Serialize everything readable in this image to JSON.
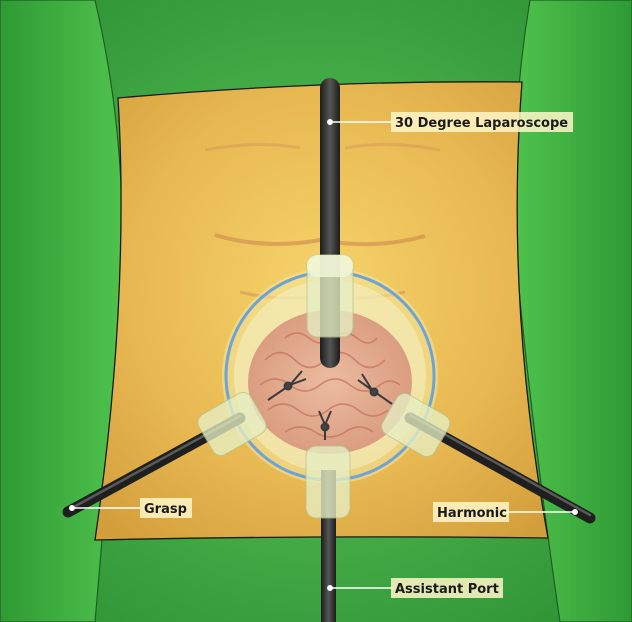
{
  "labels": {
    "laparoscope": "30 Degree Laparoscope",
    "grasp": "Grasp",
    "harmonic": "Harmonic",
    "assistant_port": "Assistant Port"
  },
  "colors": {
    "drape_green": "#3fae3f",
    "skin": "#e3b04c",
    "instrument": "#2c2c2c",
    "trocar": "#e6efc4",
    "ring": "#6fa3d6",
    "bowel": "#e6b19a"
  }
}
